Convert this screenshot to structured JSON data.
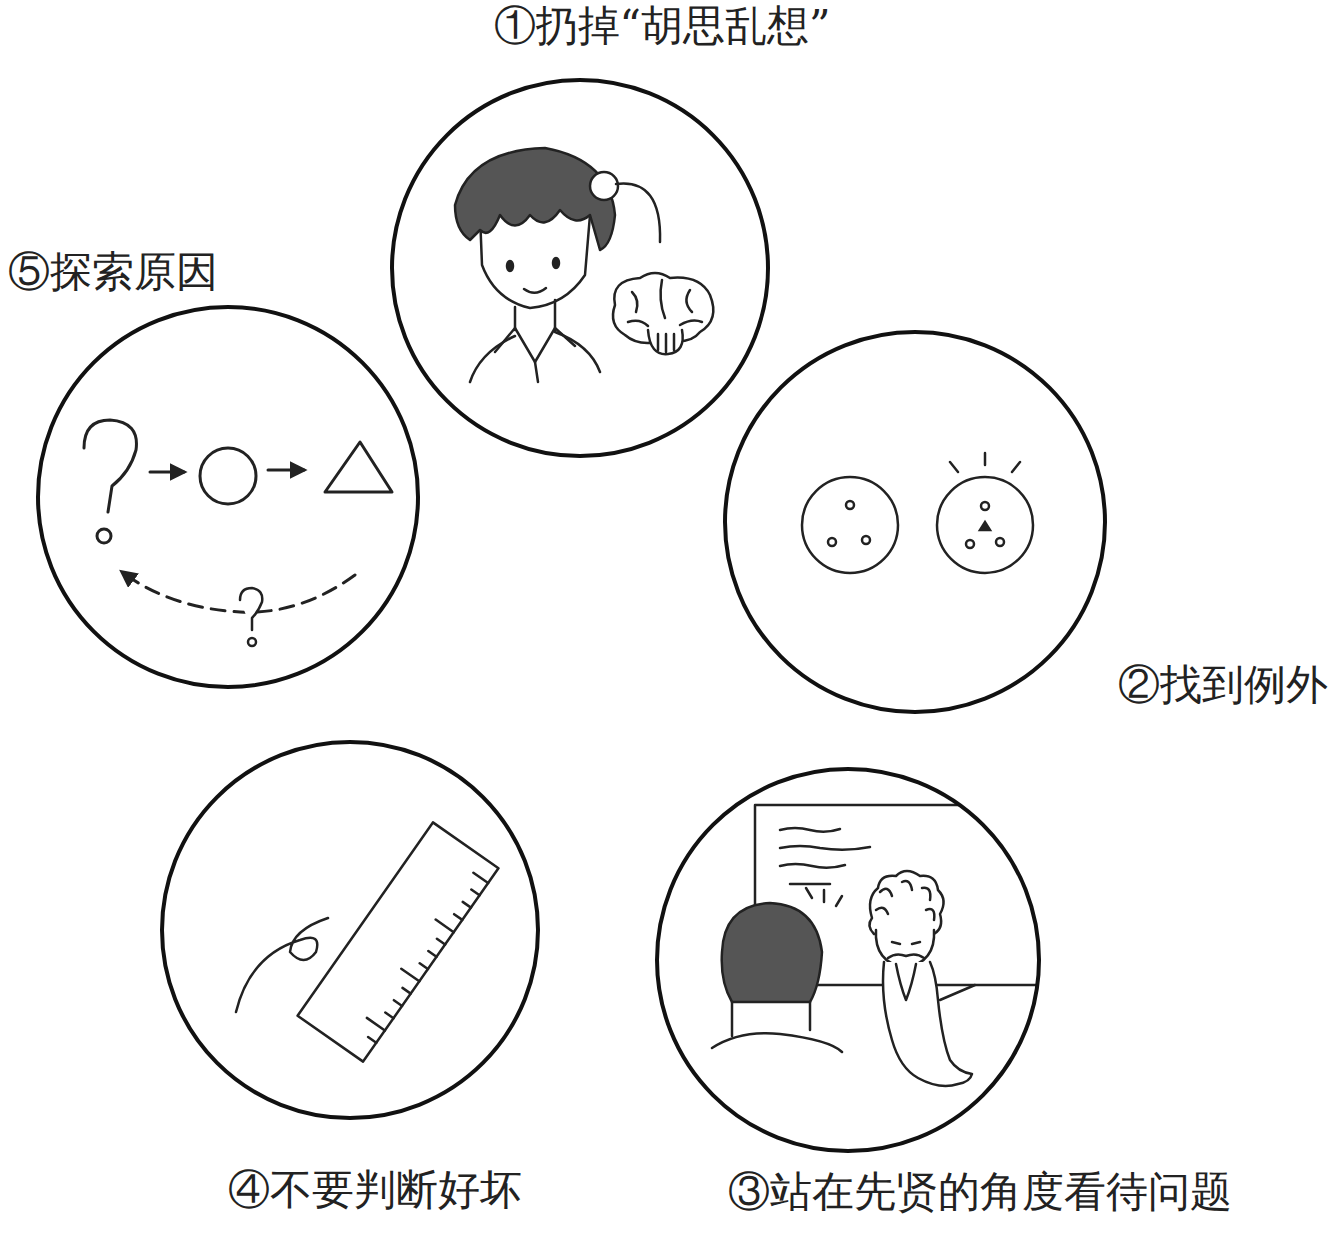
{
  "diagram": {
    "nodes": [
      {
        "text": [
          "①扔掉“胡思乱想”"
        ]
      },
      {
        "text": [
          "⑤探索原因"
        ]
      },
      {
        "text": [
          "②找到例外"
        ]
      },
      {
        "text": [
          "④不要判断好坏"
        ]
      },
      {
        "text": [
          "③站在先贤的角度看待问题"
        ]
      }
    ]
  }
}
